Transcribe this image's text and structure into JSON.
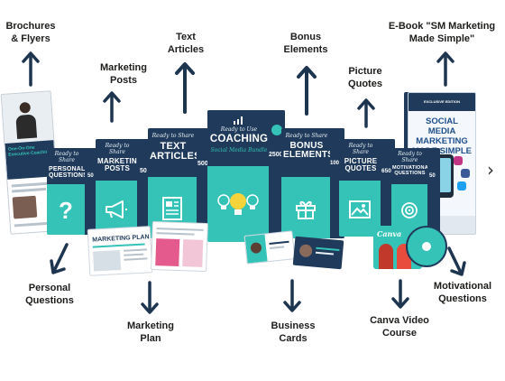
{
  "labels": {
    "brochures": "Brochures\n& Flyers",
    "marketing_posts": "Marketing\nPosts",
    "text_articles": "Text\nArticles",
    "bonus_elements": "Bonus\nElements",
    "picture_quotes": "Picture\nQuotes",
    "ebook": "E-Book \"SM Marketing\nMade Simple\"",
    "personal_questions": "Personal\nQuestions",
    "marketing_plan": "Marketing\nPlan",
    "business_cards": "Business\nCards",
    "canva_course": "Canva Video\nCourse",
    "motivational_questions": "Motivational\nQuestions"
  },
  "boxes": {
    "personal": {
      "script": "Ready to Share",
      "title": "PERSONAL\nQUESTIONS",
      "count": "50"
    },
    "posts": {
      "script": "Ready to Share",
      "title": "MARKETING\nPOSTS",
      "count": "50"
    },
    "articles": {
      "script": "Ready to Share",
      "title": "TEXT\nARTICLES",
      "count": "500"
    },
    "coaching": {
      "script": "Ready to Use",
      "title": "COACHING",
      "subtitle": "Social Media Bundle",
      "count": "2500"
    },
    "bonus": {
      "script": "Ready to Share",
      "title": "BONUS\nELEMENTS",
      "count": "1000"
    },
    "quotes": {
      "script": "Ready to Share",
      "title": "PICTURE\nQUOTES",
      "count": "650"
    },
    "motivational": {
      "script": "Ready to Share",
      "title": "MOTIVATIONAL\nQUESTIONS",
      "count": "50"
    }
  },
  "ebook": {
    "badge": "EXCLUSIVE EDITION",
    "title": "SOCIAL MEDIA\nMARKETING\nMADE SIMPLE"
  },
  "brochure": {
    "title": "One-On-One\nExecutive Coaching"
  },
  "marketing_plan_doc": {
    "title": "MARKETING PLAN"
  },
  "canva": {
    "logo": "Canva"
  },
  "colors": {
    "teal": "#35c3b8",
    "navy": "#1f3a5a",
    "arrow": "#1e3550"
  },
  "icons": [
    "question-icon",
    "megaphone-icon",
    "article-icon",
    "lightbulb-icon",
    "gift-icon",
    "image-icon",
    "motivation-icon",
    "chevron-right-icon"
  ]
}
